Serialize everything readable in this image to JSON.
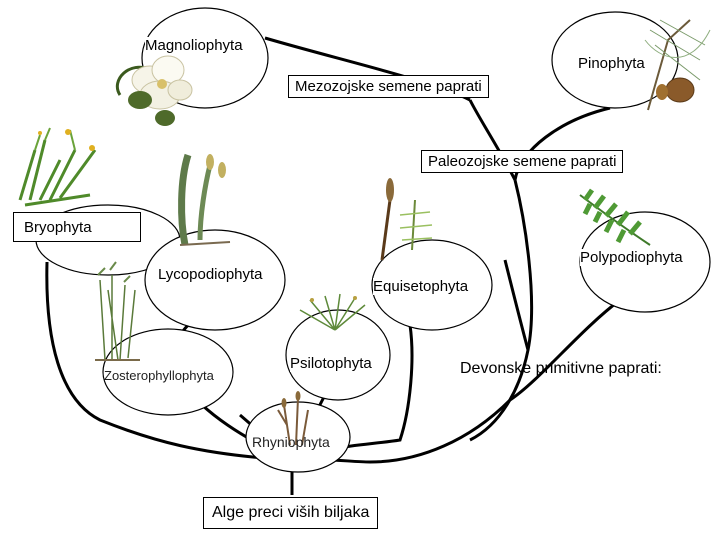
{
  "labels": {
    "magnoliophyta": "Magnoliophyta",
    "pinophyta": "Pinophyta",
    "mezozojske": "Mezozojske semene paprati",
    "paleozojske": "Paleozojske semene paprati",
    "bryophyta": "Bryophyta",
    "polypodiophyta": "Polypodiophyta",
    "lycopodiophyta": "Lycopodiophyta",
    "equisetophyta": "Equisetophyta",
    "zosterophyllophyta": "Zosterophyllophyta",
    "psilotophyta": "Psilotophyta",
    "devonske": "Devonske primitivne paprati:",
    "rhyniophyta": "Rhyniophyta",
    "alge": "Alge preci viših biljaka"
  }
}
